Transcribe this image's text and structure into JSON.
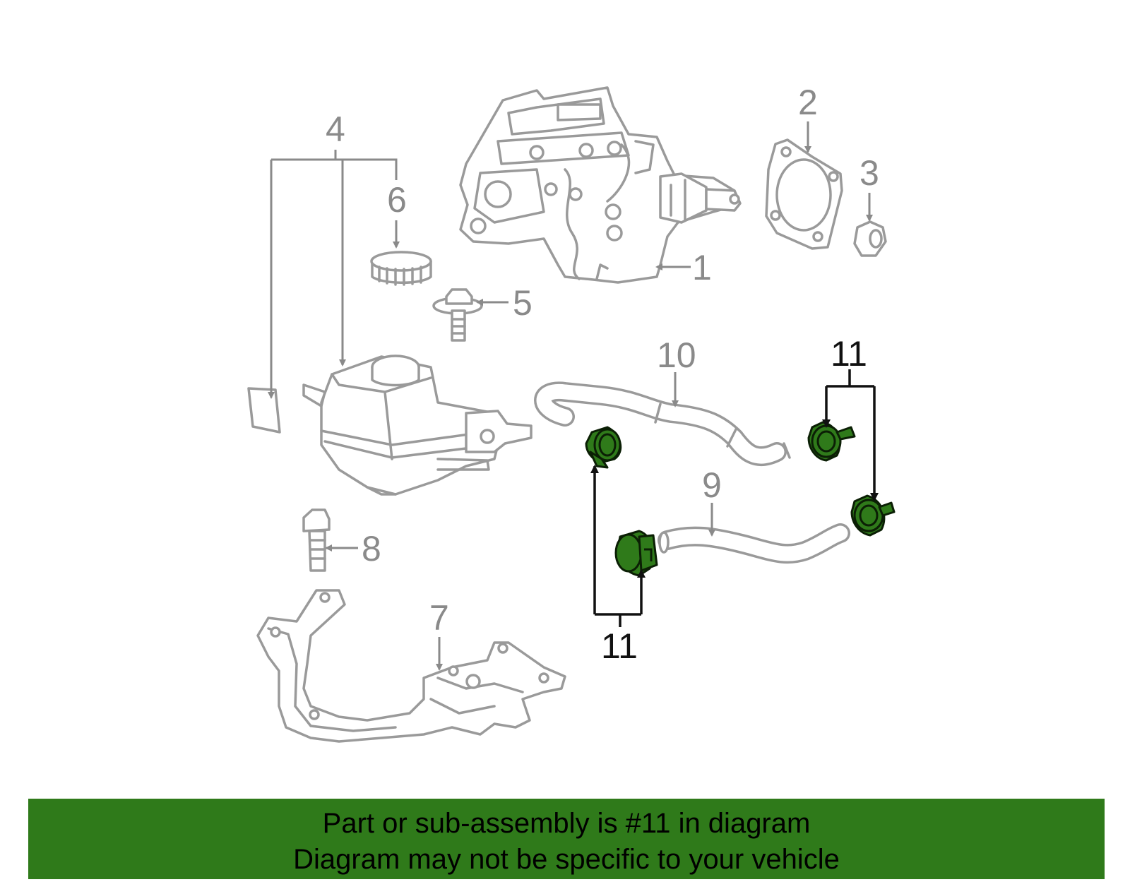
{
  "callouts": {
    "c1": "1",
    "c2": "2",
    "c3": "3",
    "c4": "4",
    "c5": "5",
    "c6": "6",
    "c7": "7",
    "c8": "8",
    "c9": "9",
    "c10": "10",
    "c11_top": "11",
    "c11_bottom": "11"
  },
  "banner": {
    "line1": "Part or sub-assembly is #11 in diagram",
    "line2": "Diagram may not be specific to your vehicle"
  },
  "colors": {
    "highlight": "#2f7a1a",
    "part_outline": "#9a9a9a",
    "callout_grey": "#8a8a8a",
    "callout_dark": "#111111"
  }
}
